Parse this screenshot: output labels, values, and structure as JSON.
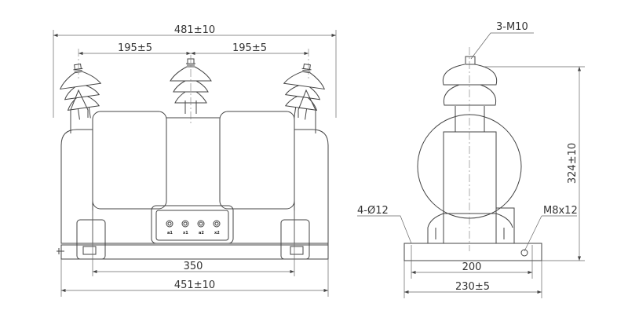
{
  "front_view": {
    "overall_width": "481±10",
    "spacing_left": "195±5",
    "spacing_right": "195±5",
    "mount_spacing": "350",
    "base_width": "451±10",
    "terminals": [
      "a1",
      "x1",
      "a2",
      "x2"
    ]
  },
  "side_view": {
    "top_thread": "3-M10",
    "height": "324±10",
    "holes": "4-Ø12",
    "ground_bolt": "M8x12",
    "mount_spacing": "200",
    "base_width": "230±5"
  }
}
